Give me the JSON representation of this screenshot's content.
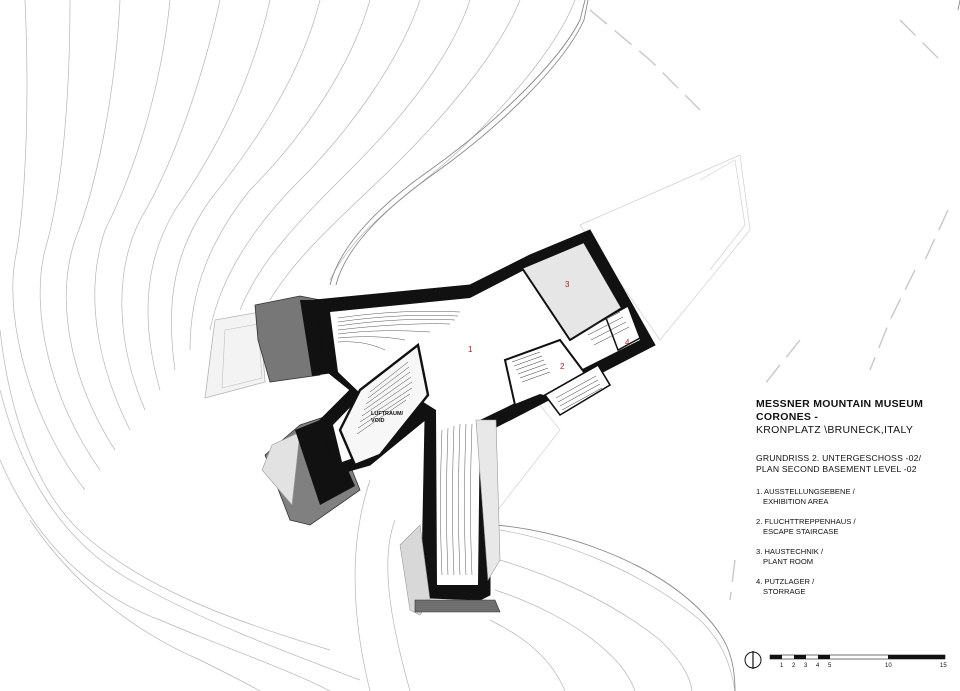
{
  "title": {
    "line1": "MESSNER MOUNTAIN MUSEUM",
    "line2": "CORONES -",
    "line3": "KRONPLATZ \\BRUNECK,ITALY"
  },
  "subtitle": {
    "line1": "GRUNDRISS 2. UNTERGESCHOSS -02/",
    "line2": "PLAN SECOND BASEMENT LEVEL -02"
  },
  "legend": [
    {
      "de": "1. AUSSTELLUNGSEBENE /",
      "en": "EXHIBITION AREA"
    },
    {
      "de": "2. FLUCHTTREPPENHAUS /",
      "en": "ESCAPE STAIRCASE"
    },
    {
      "de": "3. HAUSTECHNIK /",
      "en": "PLANT ROOM"
    },
    {
      "de": "4. PUTZLAGER /",
      "en": "STORRAGE"
    }
  ],
  "room_labels": [
    "1",
    "2",
    "3",
    "4"
  ],
  "void_label": {
    "line1": "LUFTRAUM/",
    "line2": "VOID"
  },
  "scale_bar": {
    "ticks": [
      "1",
      "2",
      "3",
      "4",
      "5",
      "10",
      "15"
    ]
  },
  "colors": {
    "wall": "#111111",
    "room_number": "#b22222",
    "contour": "#b0b0b0",
    "cantilever": "#777777"
  }
}
